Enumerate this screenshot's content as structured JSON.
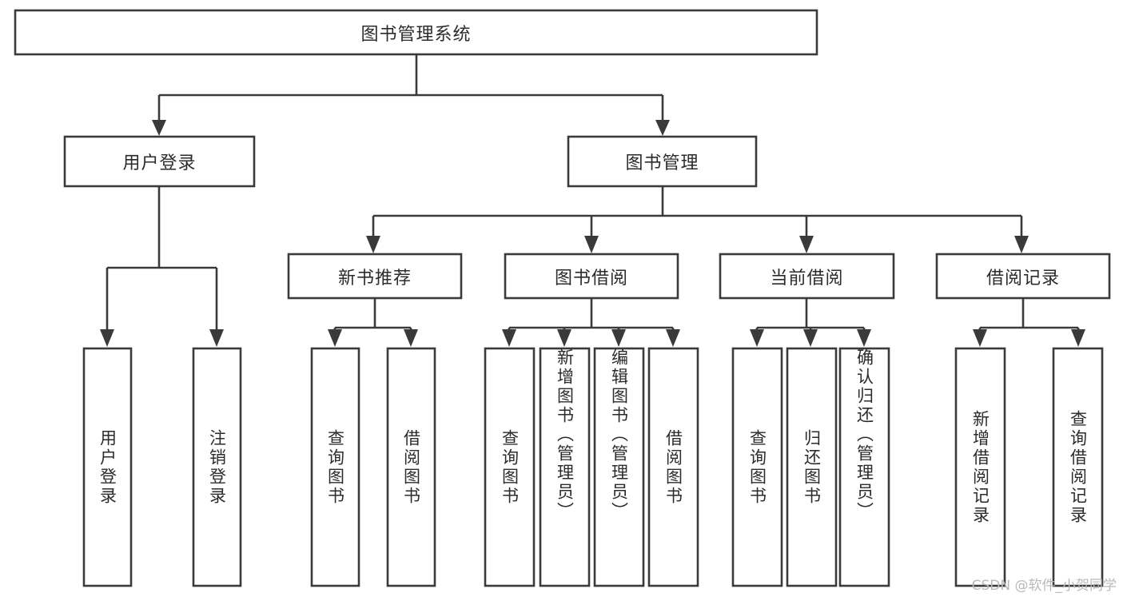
{
  "diagram": {
    "type": "tree-hierarchy",
    "title": "图书管理系统",
    "orientation": "top-down",
    "colors": {
      "stroke": "#3a3a3a",
      "fill": "#ffffff",
      "text": "#2b2b2b",
      "background": "#ffffff",
      "watermark": "#b9b9b9"
    },
    "root": {
      "label": "图书管理系统"
    },
    "level2": [
      {
        "id": "user-login",
        "label": "用户登录"
      },
      {
        "id": "book-manage",
        "label": "图书管理"
      }
    ],
    "level3": [
      {
        "id": "new-book-recommend",
        "label": "新书推荐",
        "parent": "book-manage"
      },
      {
        "id": "book-borrow",
        "label": "图书借阅",
        "parent": "book-manage"
      },
      {
        "id": "current-borrow",
        "label": "当前借阅",
        "parent": "book-manage"
      },
      {
        "id": "borrow-record",
        "label": "借阅记录",
        "parent": "book-manage"
      }
    ],
    "leaves": {
      "user-login": [
        {
          "id": "leaf-user-login",
          "label": "用户登录"
        },
        {
          "id": "leaf-user-logout",
          "label": "注销登录"
        }
      ],
      "new-book-recommend": [
        {
          "id": "leaf-query-book-1",
          "label": "查询图书"
        },
        {
          "id": "leaf-borrow-book-1",
          "label": "借阅图书"
        }
      ],
      "book-borrow": [
        {
          "id": "leaf-query-book-2",
          "label": "查询图书"
        },
        {
          "id": "leaf-add-book",
          "label": "新增图书（管理员）"
        },
        {
          "id": "leaf-edit-book",
          "label": "编辑图书（管理员）"
        },
        {
          "id": "leaf-borrow-book-2",
          "label": "借阅图书"
        }
      ],
      "current-borrow": [
        {
          "id": "leaf-query-book-3",
          "label": "查询图书"
        },
        {
          "id": "leaf-return-book",
          "label": "归还图书"
        },
        {
          "id": "leaf-confirm-return",
          "label": "确认归还（管理员）"
        }
      ],
      "borrow-record": [
        {
          "id": "leaf-add-record",
          "label": "新增借阅记录"
        },
        {
          "id": "leaf-query-record",
          "label": "查询借阅记录"
        }
      ]
    }
  },
  "watermark": {
    "text": "CSDN @软件_小贺同学"
  }
}
